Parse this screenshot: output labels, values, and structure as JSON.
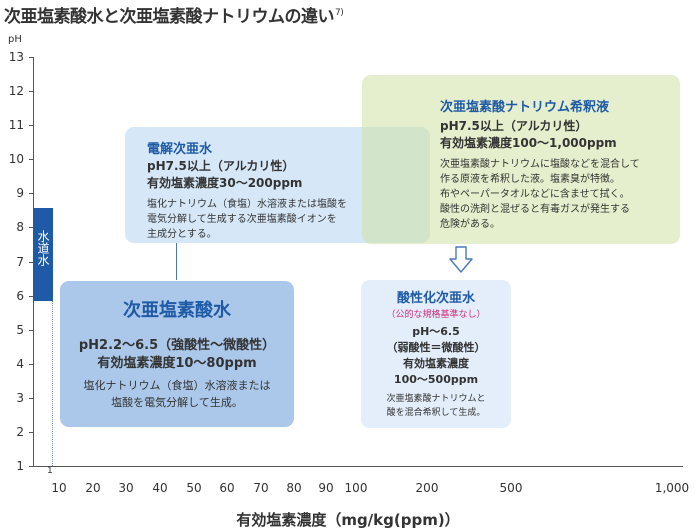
{
  "title": {
    "text": "次亜塩素酸水と次亜塩素酸ナトリウムの違い",
    "ref": "7)"
  },
  "axes": {
    "y_unit": "pH",
    "y_ticks": [
      "1",
      "2",
      "3",
      "4",
      "5",
      "6",
      "7",
      "8",
      "9",
      "10",
      "11",
      "12",
      "13"
    ],
    "x_ticks": [
      "10",
      "20",
      "30",
      "40",
      "50",
      "60",
      "70",
      "80",
      "90",
      "100",
      "200",
      "500",
      "1,000"
    ],
    "x_origin_label": "1",
    "x_label": "有効塩素濃度（mg/kg(ppm)）"
  },
  "tap_water": {
    "label": "水道水",
    "ph_range": [
      5.8,
      8.6
    ]
  },
  "electrolyzed": {
    "title": "電解次亜水",
    "line1": "pH7.5以上（アルカリ性）",
    "line2": "有効塩素濃度30〜200ppm",
    "desc": [
      "塩化ナトリウム（食塩）水溶液または塩酸を",
      "電気分解して生成する次亜塩素酸イオンを",
      "主成分とする。"
    ]
  },
  "diluted": {
    "title": "次亜塩素酸ナトリウム希釈液",
    "line1": "pH7.5以上（アルカリ性）",
    "line2": "有効塩素濃度100〜1,000ppm",
    "desc": [
      "次亜塩素酸ナトリウムに塩酸などを混合して",
      "作る原液を希釈した液。塩素臭が特徴。",
      "布やペーパータオルなどに含ませて拭く。",
      "酸性の洗剤と混ぜると有毒ガスが発生する",
      "危険がある。"
    ]
  },
  "acidic": {
    "title": "酸性化次亜水",
    "note": "（公的な規格基準なし）",
    "lines": [
      "pH〜6.5",
      "（弱酸性＝微酸性）",
      "有効塩素濃度",
      "100〜500ppm"
    ],
    "desc": [
      "次亜塩素酸ナトリウムと",
      "酸を混合希釈して生成。"
    ]
  },
  "hypochlorous": {
    "title": "次亜塩素酸水",
    "line1": "pH2.2〜6.5（強酸性〜微酸性）",
    "line2": "有効塩素濃度10〜80ppm",
    "desc": [
      "塩化ナトリウム（食塩）水溶液または",
      "塩酸を電気分解して生成。"
    ]
  },
  "colors": {
    "accent": "#1f5aa7",
    "note": "#d12b7b",
    "tap": "#1f5aa7"
  }
}
